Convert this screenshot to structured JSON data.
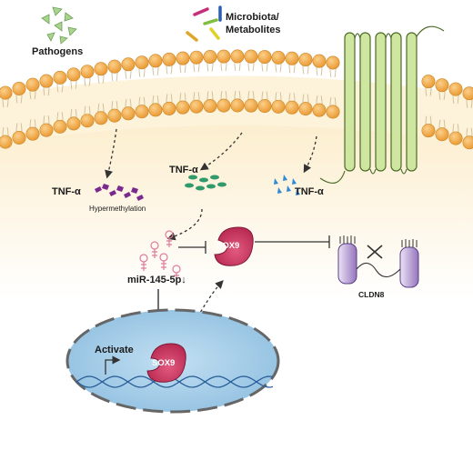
{
  "labels": {
    "pathogens": "Pathogens",
    "microbiota_line1": "Microbiota/",
    "microbiota_line2": "Metabolites",
    "tnf_left": "TNF-α",
    "hypermethylation": "Hypermethylation",
    "tnf_center": "TNF-α",
    "tnf_right": "TNF-α",
    "mir": "miR-145-5p↓",
    "sox9_cytoplasm": "SOX9",
    "sox9_nucleus": "SOX9",
    "claudin": "CLDN8",
    "activate": "Activate"
  },
  "colors": {
    "membrane_beads": "#f2a742",
    "bead_outline": "#c98728",
    "cytoplasm": "#fdf0d4",
    "receptor": "#cfe6a0",
    "receptor_outline": "#5d7d32",
    "nucleus": "#a9cfe9",
    "sox9_fill": "#c8375e",
    "mirna": "#e07b9c",
    "claudin_purple": "#9a7ec0",
    "tnf_purple": "#7a2a8e",
    "tnf_green": "#2f9a6a",
    "tnf_blue": "#2d8ad8",
    "pathogen_green": "#a8d48e"
  }
}
